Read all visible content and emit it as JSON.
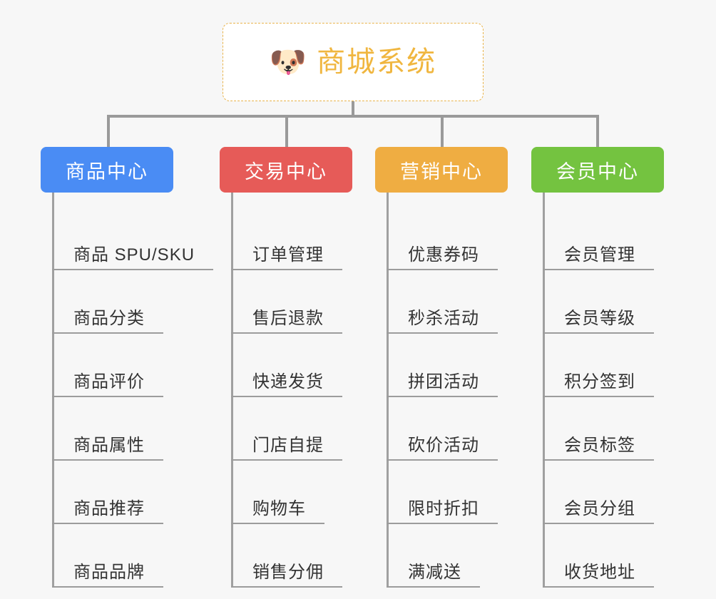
{
  "canvas": {
    "background_color": "#f7f7f7"
  },
  "root": {
    "icon": "shiba-dog-face-emoji",
    "emoji": "🐶",
    "title": "商城系统",
    "text_color": "#f0b63f",
    "border_color": "#e9b44c",
    "background_color": "#ffffff"
  },
  "connector": {
    "color": "#9a9a9a"
  },
  "columns": [
    {
      "id": "product-center",
      "title": "商品中心",
      "color": "#4a8cf4",
      "items": [
        "商品 SPU/SKU",
        "商品分类",
        "商品评价",
        "商品属性",
        "商品推荐",
        "商品品牌"
      ]
    },
    {
      "id": "trade-center",
      "title": "交易中心",
      "color": "#e65b58",
      "items": [
        "订单管理",
        "售后退款",
        "快递发货",
        "门店自提",
        "购物车",
        "销售分佣"
      ]
    },
    {
      "id": "marketing-center",
      "title": "营销中心",
      "color": "#efad42",
      "items": [
        "优惠券码",
        "秒杀活动",
        "拼团活动",
        "砍价活动",
        "限时折扣",
        "满减送"
      ]
    },
    {
      "id": "member-center",
      "title": "会员中心",
      "color": "#74c340",
      "items": [
        "会员管理",
        "会员等级",
        "积分签到",
        "会员标签",
        "会员分组",
        "收货地址"
      ]
    }
  ]
}
